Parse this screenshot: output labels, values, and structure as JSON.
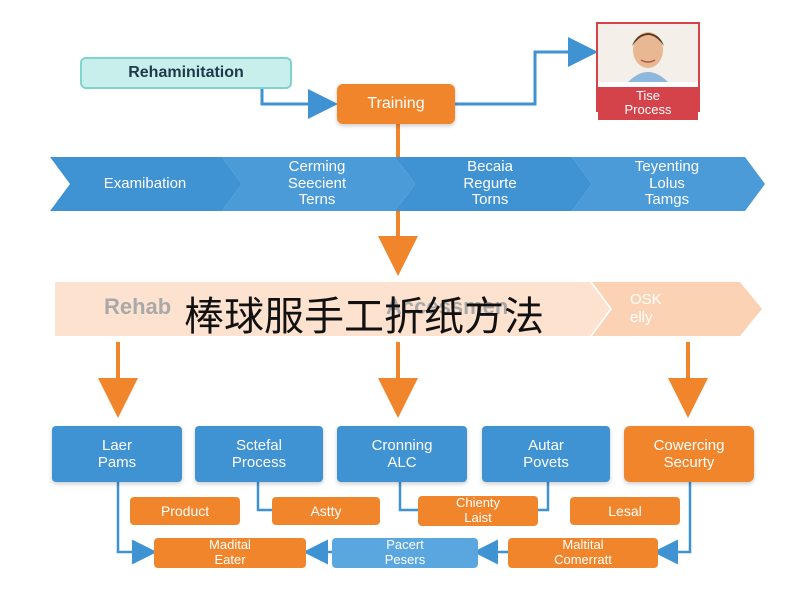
{
  "colors": {
    "blue": "#3f93d3",
    "orange": "#f1852b",
    "teal_bg": "#c9efec",
    "peach_band": "#fde3cf",
    "red_frame": "#d4424a"
  },
  "top": {
    "rehab_label": "Rehaminitation",
    "training_label": "Training",
    "process_card": {
      "line1": "Tise",
      "line2": "Process",
      "photo_icon": "person-photo-icon"
    }
  },
  "chevrons": [
    {
      "lines": [
        "Examibation"
      ]
    },
    {
      "lines": [
        "Cerming",
        "Seecient",
        "Terns"
      ]
    },
    {
      "lines": [
        "Becaia",
        "Regurte",
        "Torns"
      ]
    },
    {
      "lines": [
        "Teyenting",
        "Lolus",
        "Tamgs"
      ]
    }
  ],
  "band": {
    "faded_left": "Rehab",
    "faded_mid": "Accessmen",
    "right_line1": "OSK",
    "right_line2": "elly",
    "overlay": "棒球服手工折纸方法"
  },
  "bottom_boxes": [
    {
      "line1": "Laer",
      "line2": "Pams"
    },
    {
      "line1": "Sctefal",
      "line2": "Process"
    },
    {
      "line1": "Cronning",
      "line2": "ALC"
    },
    {
      "line1": "Autar",
      "line2": "Povets"
    },
    {
      "line1": "Cowercing",
      "line2": "Securty"
    }
  ],
  "small_boxes": [
    {
      "line1": "Product",
      "line2": ""
    },
    {
      "line1": "Astty",
      "line2": ""
    },
    {
      "line1": "Chienty",
      "line2": "Laist"
    },
    {
      "line1": "Lesal",
      "line2": ""
    }
  ],
  "bottom_row": [
    {
      "line1": "Madital",
      "line2": "Eater"
    },
    {
      "line1": "Pacert",
      "line2": "Pesers"
    },
    {
      "line1": "Maltital",
      "line2": "Comerratt"
    }
  ]
}
